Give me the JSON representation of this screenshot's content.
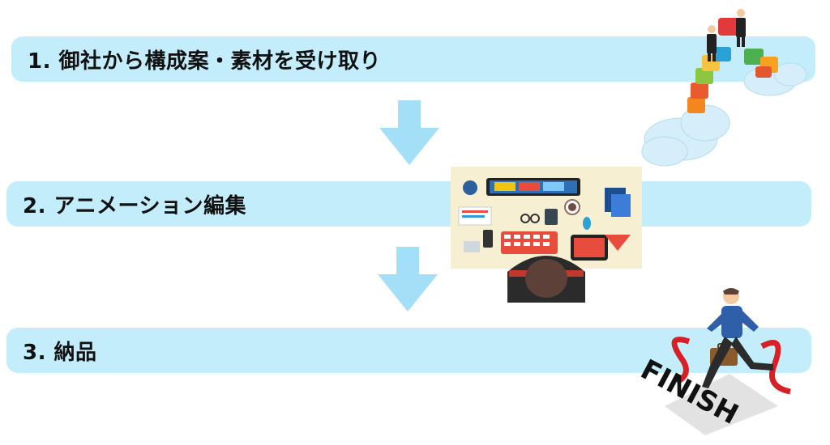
{
  "colors": {
    "step_bar": "#c3edfa",
    "arrow": "#a3e0f7",
    "text": "#111111"
  },
  "steps": [
    {
      "label": "1. 御社から構成案・素材を受け取り"
    },
    {
      "label": "2. アニメーション編集"
    },
    {
      "label": "3. 納品"
    }
  ],
  "illustrations": {
    "finish_tape_text": "FINISH"
  },
  "icons": {
    "arrow": "arrow-down-icon",
    "puzzle": "puzzle-teamwork-icon",
    "desk": "workspace-desk-icon",
    "finish": "finish-line-runner-icon"
  }
}
